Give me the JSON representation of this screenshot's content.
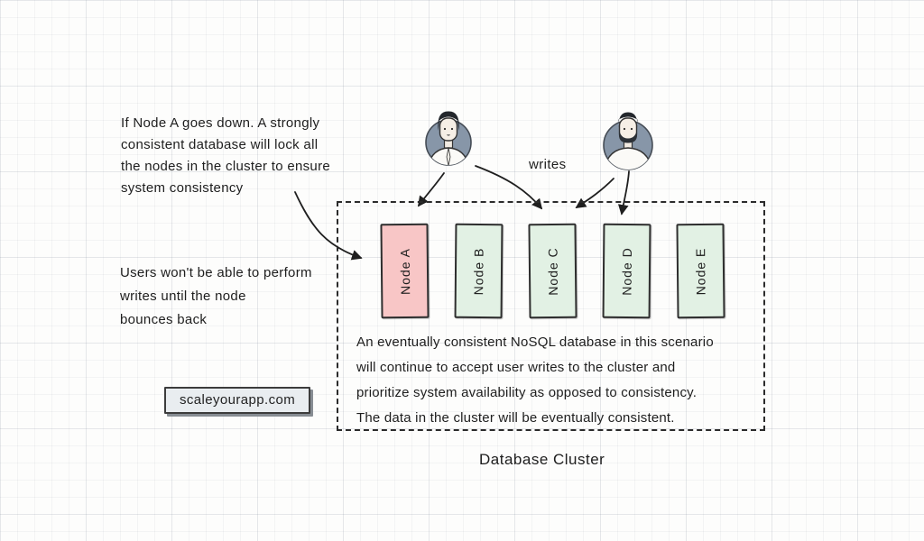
{
  "notes": {
    "strong_consistency": "If Node A goes down. A strongly\nconsistent database will lock all\nthe nodes in the cluster to ensure\nsystem consistency",
    "writes_blocked": "Users won't be able to perform\nwrites until the node\nbounces back"
  },
  "labels": {
    "writes": "writes"
  },
  "cluster": {
    "title": "Database Cluster",
    "description": "An eventually consistent NoSQL database in this scenario\nwill continue to accept user writes to the cluster and\nprioritize system availability as opposed to consistency.\nThe data in the cluster will be eventually consistent.",
    "nodes": [
      {
        "label": "Node A",
        "status": "down",
        "color": "#f8c6c6"
      },
      {
        "label": "Node B",
        "status": "up",
        "color": "#e2f1e4"
      },
      {
        "label": "Node C",
        "status": "up",
        "color": "#e2f1e4"
      },
      {
        "label": "Node D",
        "status": "up",
        "color": "#e2f1e4"
      },
      {
        "label": "Node E",
        "status": "up",
        "color": "#e2f1e4"
      }
    ]
  },
  "brand": {
    "label": "scaleyourapp.com"
  },
  "colors": {
    "node_down": "#f8c6c6",
    "node_up": "#e2f1e4",
    "ink": "#2b2b2b",
    "avatar_background": "#8796a8",
    "paper": "#fdfdfc"
  }
}
